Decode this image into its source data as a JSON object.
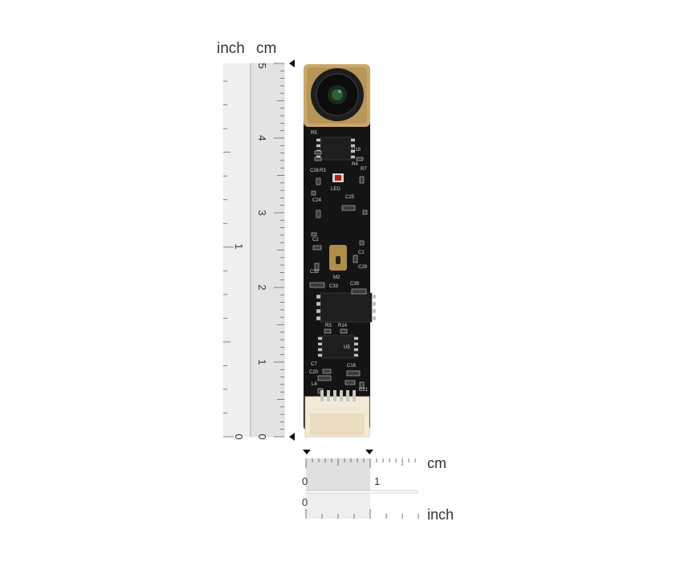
{
  "vertical_ruler": {
    "unit_inch": "inch",
    "unit_cm": "cm",
    "cm_labels": [
      "0",
      "1",
      "2",
      "3",
      "4",
      "5"
    ],
    "inch_labels": [
      "0",
      "1"
    ]
  },
  "horizontal_ruler": {
    "unit_cm": "cm",
    "unit_inch": "inch",
    "cm_labels": [
      "0",
      "1"
    ],
    "inch_labels": [
      "0"
    ]
  },
  "board_silkscreen": [
    "R5",
    "U18",
    "R7",
    "R3",
    "R4",
    "C26",
    "LED",
    "C24",
    "C25",
    "C2",
    "C1",
    "M2",
    "C22",
    "C29",
    "C33",
    "C39",
    "R3",
    "R14",
    "U5",
    "C7",
    "C20",
    "C16",
    "L4",
    "C21"
  ],
  "colors": {
    "pcb": "#141414",
    "ruler_fill": "#e6e6e6",
    "gold": "#c9a86a",
    "connector": "#e9dcc0"
  }
}
